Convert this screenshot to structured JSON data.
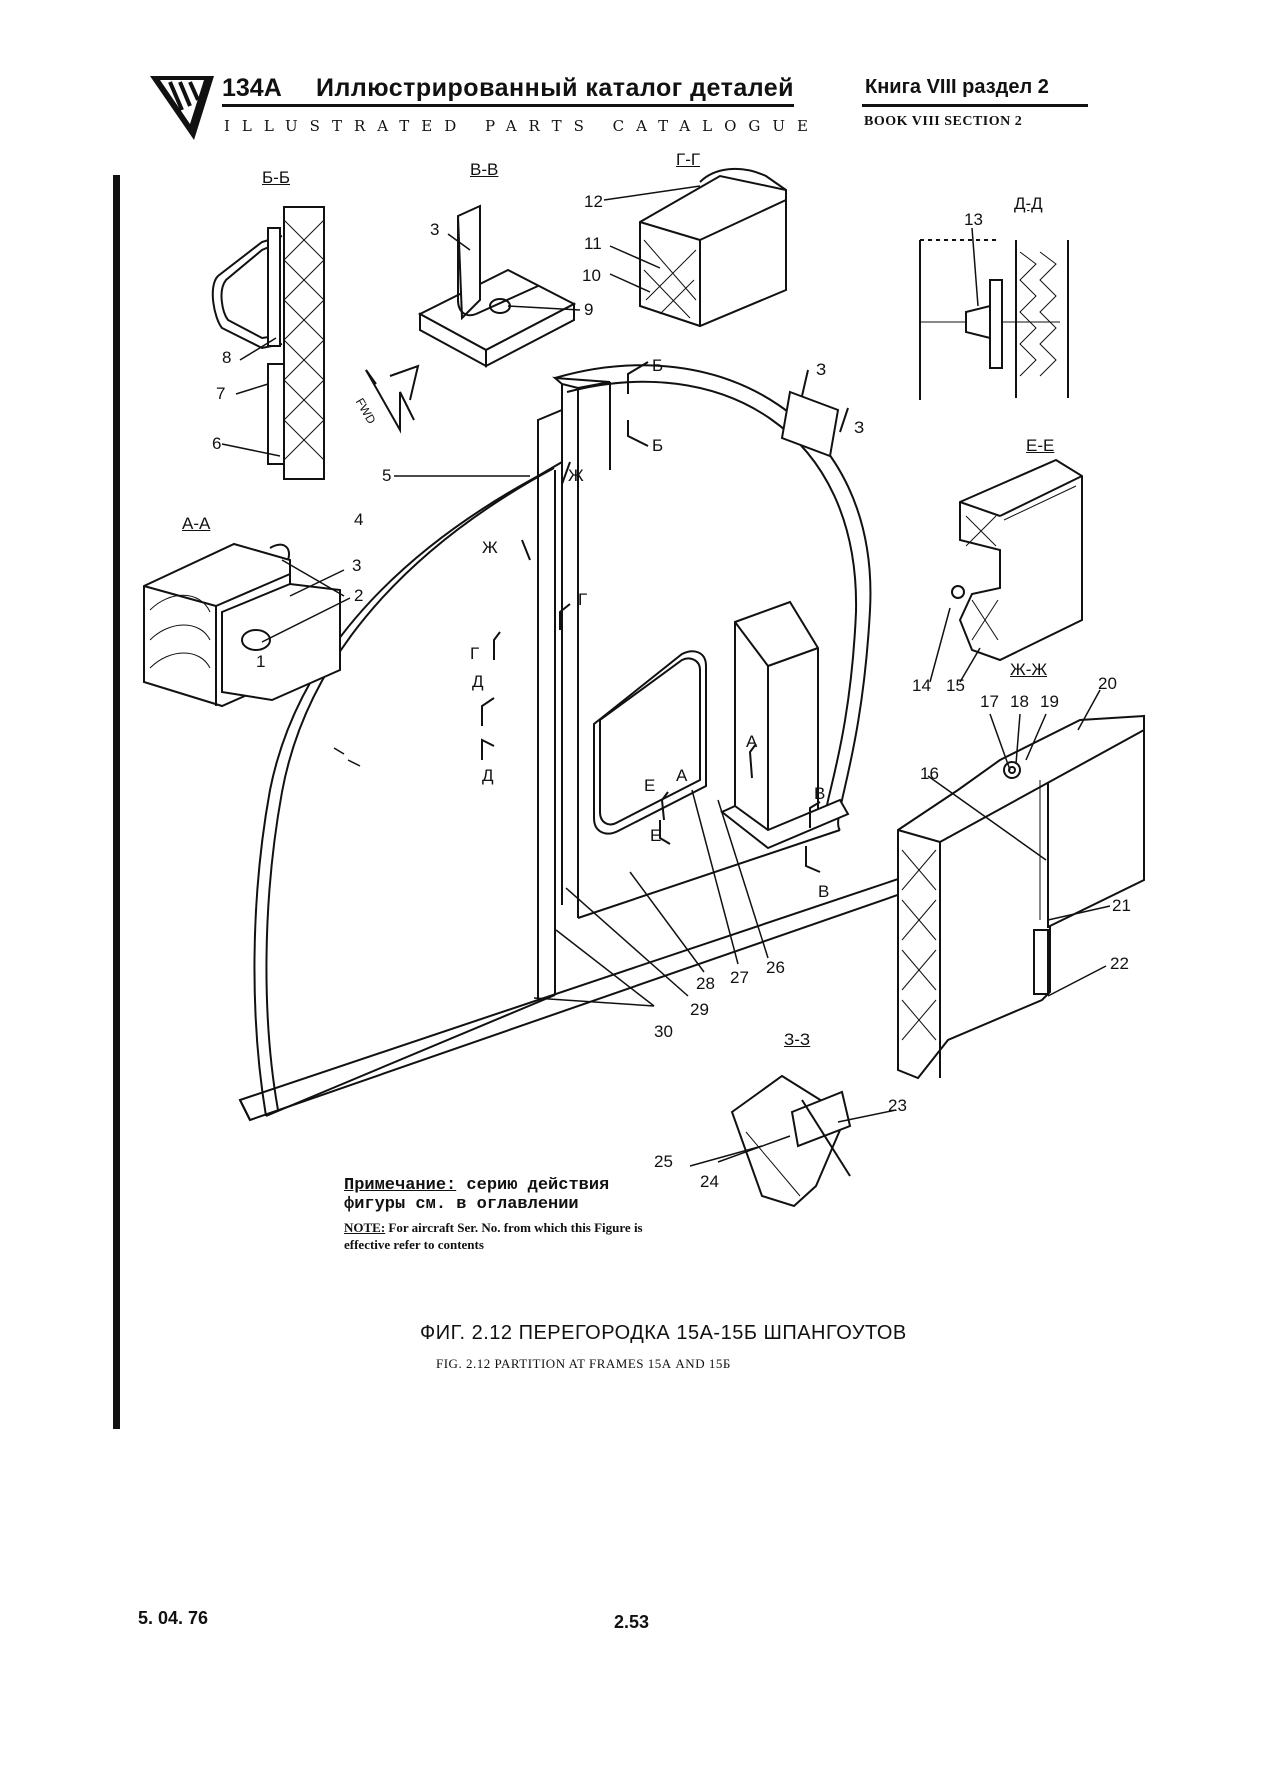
{
  "header": {
    "model": "134А",
    "title_ru": "Иллюстрированный  каталог деталей",
    "title_en": "ILLUSTRATED PARTS CATALOGUE",
    "book_ru": "Книга VIII раздел  2",
    "book_en": "BOOK VIII SECTION  2"
  },
  "section_labels": {
    "bb": "Б-Б",
    "vv": "В-В",
    "gg": "Г-Г",
    "dd": "Д-Д",
    "aa": "А-А",
    "ee": "Е-Е",
    "zhzh": "Ж-Ж",
    "zz": "З-З"
  },
  "callouts": {
    "c1": "1",
    "c2": "2",
    "c3a": "3",
    "c3b": "3",
    "c4": "4",
    "c5": "5",
    "c6": "6",
    "c7": "7",
    "c8": "8",
    "c9": "9",
    "c10": "10",
    "c11": "11",
    "c12": "12",
    "c13": "13",
    "c14": "14",
    "c15": "15",
    "c16": "16",
    "c17": "17",
    "c18": "18",
    "c19": "19",
    "c20": "20",
    "c21": "21",
    "c22": "22",
    "c23": "23",
    "c24": "24",
    "c25": "25",
    "c26": "26",
    "c27": "27",
    "c28": "28",
    "c29": "29",
    "c30": "30"
  },
  "cut_markers": {
    "b1": "Б",
    "b2": "Б",
    "z1": "З",
    "z2": "З",
    "zh1": "Ж",
    "zh2": "Ж",
    "g1": "Г",
    "g2": "Г",
    "d1": "Д",
    "d2": "Д",
    "a1": "А",
    "a2": "А",
    "e1": "Е",
    "e2": "Е",
    "v1": "В",
    "v2": "В"
  },
  "fwd_label": "FWD",
  "note": {
    "ru_heading": "Примечание:",
    "ru_text": "серию действия фигуры см. в оглавлении",
    "en_heading": "NOTE:",
    "en_text": "For aircraft Ser. No. from which this Figure is effective refer to contents"
  },
  "caption": {
    "ru": "ФИГ. 2.12 ПЕРЕГОРОДКА 15А-15Б ШПАНГОУТОВ",
    "en": "FIG. 2.12 PARTITION AT FRAMES 15А AND 15Б"
  },
  "footer": {
    "date": "5. 04. 76",
    "page": "2.53"
  }
}
